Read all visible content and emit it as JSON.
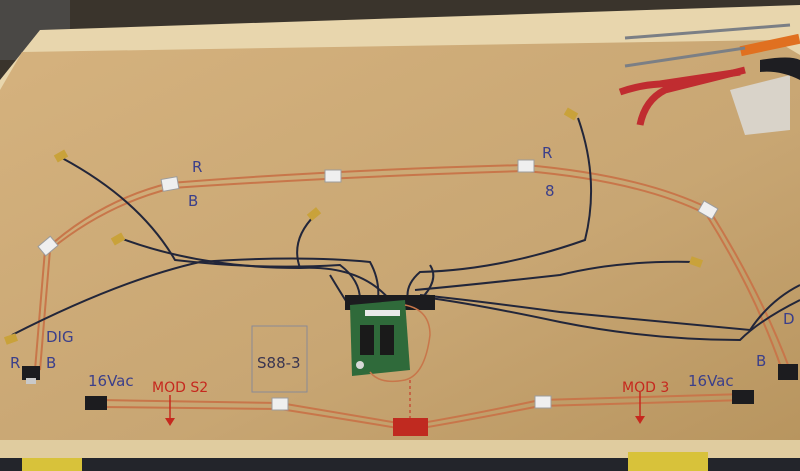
{
  "photo": {
    "board_labels": {
      "r_left_top": "R",
      "b_left_top": "B",
      "r_right_top": "R",
      "b_right_top": "8",
      "dig": "DIG",
      "r_bottom_left": "R",
      "b_bottom_left": "B",
      "volt_left": "16Vac",
      "mod_left": "MOD S2",
      "s88_box": "S88-3",
      "mod_right": "MOD 3",
      "volt_right": "16Vac",
      "b_bottom_right": "B",
      "d_right_edge": "D"
    },
    "colors": {
      "board": "#c9a877",
      "frame": "#e6d3aa",
      "copper_wire": "#c8764a",
      "cable": "#22263a",
      "pcb": "#2f6a3a",
      "red_marker": "#c6281e"
    }
  }
}
